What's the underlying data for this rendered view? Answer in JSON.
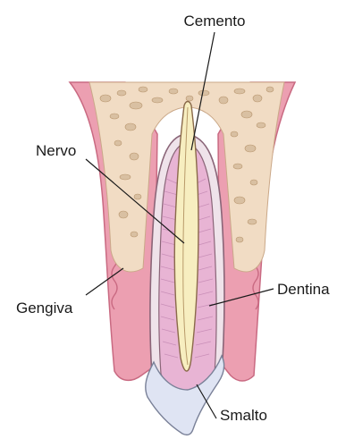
{
  "labels": {
    "cemento": "Cemento",
    "nervo": "Nervo",
    "dentina": "Dentina",
    "gengiva": "Gengiva",
    "smalto": "Smalto"
  },
  "colors": {
    "background": "#ffffff",
    "bone": "#f1dcc4",
    "bone_pores": "#d9c0a2",
    "gum": "#ec9fb1",
    "gum_dark": "#d9788f",
    "dentin": "#e8b4d4",
    "dentin_lines": "#c98fb8",
    "pulp": "#f7eec0",
    "cementum": "#efe3ea",
    "enamel": "#dfe4f3",
    "outline": "#7a5a68"
  }
}
